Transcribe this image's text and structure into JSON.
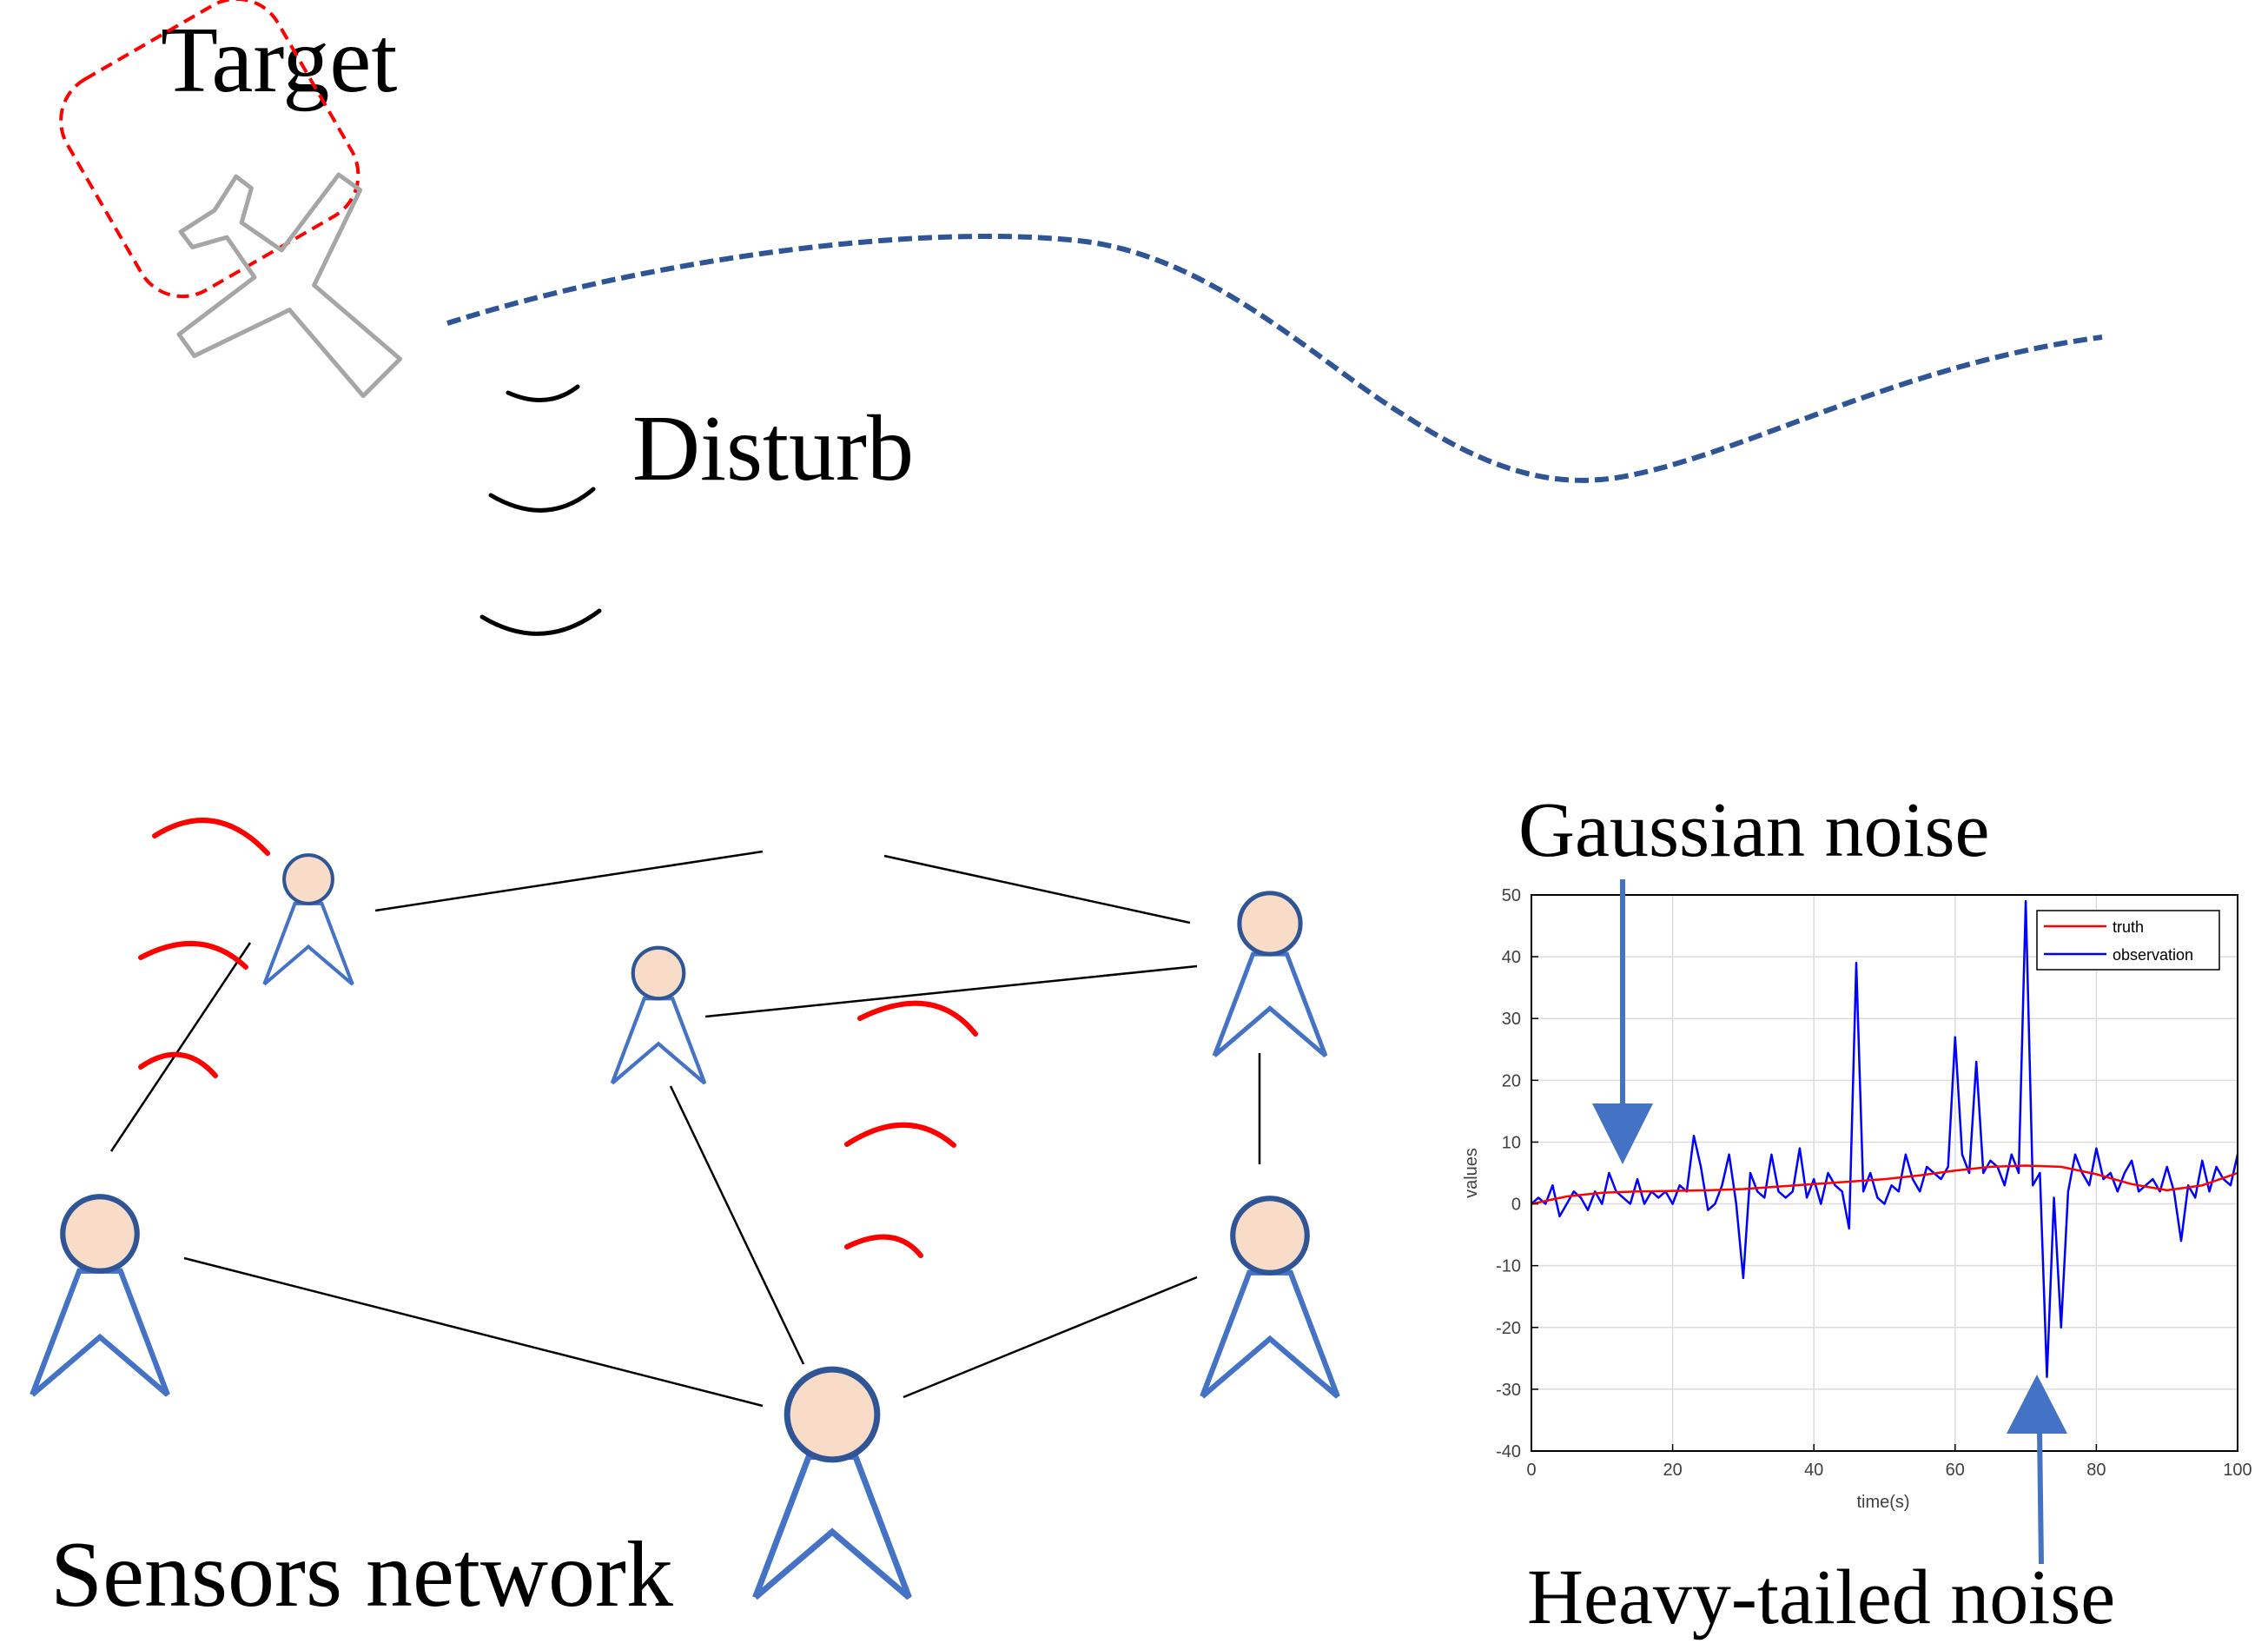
{
  "labels": {
    "target": "Target",
    "disturb": "Disturb",
    "sensors_network": "Sensors network",
    "gaussian_noise": "Gaussian noise",
    "heavy_tailed_noise": "Heavy-tailed noise"
  },
  "colors": {
    "trajectory": "#2F5597",
    "target_box": "#FF0000",
    "signal_arc": "#FF0000",
    "sensor_outline": "#4472C4",
    "sensor_fill": "#F8DCC8",
    "arrow": "#4472C4",
    "truth": "#FF0000",
    "observation": "#0000FF"
  },
  "icons": {
    "target": "airplane-icon",
    "disturb": "disturbance-arcs-icon",
    "sensor": "antenna-sensor-icon"
  },
  "chart_data": {
    "type": "line",
    "xlabel": "time(s)",
    "ylabel": "values",
    "xlim": [
      0,
      100
    ],
    "ylim": [
      -40,
      50
    ],
    "xticks": [
      0,
      20,
      40,
      60,
      80,
      100
    ],
    "yticks": [
      -40,
      -30,
      -20,
      -10,
      0,
      10,
      20,
      30,
      40,
      50
    ],
    "grid": true,
    "legend": {
      "position": "top-right",
      "entries": [
        "truth",
        "observation"
      ]
    },
    "series": [
      {
        "name": "truth",
        "x": [
          0,
          5,
          10,
          15,
          20,
          25,
          30,
          35,
          40,
          45,
          50,
          55,
          60,
          65,
          70,
          75,
          80,
          85,
          90,
          95,
          100
        ],
        "y": [
          0,
          1.2,
          1.8,
          2.0,
          2.1,
          2.2,
          2.4,
          2.8,
          3.2,
          3.6,
          4.0,
          4.6,
          5.4,
          6.0,
          6.2,
          6.0,
          4.8,
          3.2,
          2.2,
          3.0,
          5.0
        ]
      },
      {
        "name": "observation",
        "x": [
          0,
          1,
          2,
          3,
          4,
          5,
          6,
          7,
          8,
          9,
          10,
          11,
          12,
          13,
          14,
          15,
          16,
          17,
          18,
          19,
          20,
          21,
          22,
          23,
          24,
          25,
          26,
          27,
          28,
          29,
          30,
          31,
          32,
          33,
          34,
          35,
          36,
          37,
          38,
          39,
          40,
          41,
          42,
          43,
          44,
          45,
          46,
          47,
          48,
          49,
          50,
          51,
          52,
          53,
          54,
          55,
          56,
          57,
          58,
          59,
          60,
          61,
          62,
          63,
          64,
          65,
          66,
          67,
          68,
          69,
          70,
          71,
          72,
          73,
          74,
          75,
          76,
          77,
          78,
          79,
          80,
          81,
          82,
          83,
          84,
          85,
          86,
          87,
          88,
          89,
          90,
          91,
          92,
          93,
          94,
          95,
          96,
          97,
          98,
          99,
          100
        ],
        "y": [
          0,
          1,
          0,
          3,
          -2,
          0,
          2,
          1,
          -1,
          2,
          0,
          5,
          2,
          1,
          0,
          4,
          0,
          2,
          1,
          2,
          0,
          3,
          2,
          11,
          6,
          -1,
          0,
          3,
          8,
          0,
          -12,
          5,
          2,
          1,
          8,
          2,
          1,
          2,
          9,
          1,
          4,
          0,
          5,
          3,
          2,
          -4,
          39,
          2,
          5,
          1,
          0,
          3,
          2,
          8,
          4,
          2,
          6,
          5,
          4,
          6,
          27,
          8,
          5,
          23,
          5,
          7,
          6,
          3,
          8,
          5,
          49,
          3,
          5,
          -28,
          1,
          -20,
          2,
          8,
          5,
          3,
          9,
          4,
          5,
          2,
          5,
          7,
          2,
          3,
          4,
          2,
          6,
          2,
          -6,
          3,
          1,
          7,
          2,
          6,
          4,
          3,
          8
        ]
      }
    ]
  }
}
